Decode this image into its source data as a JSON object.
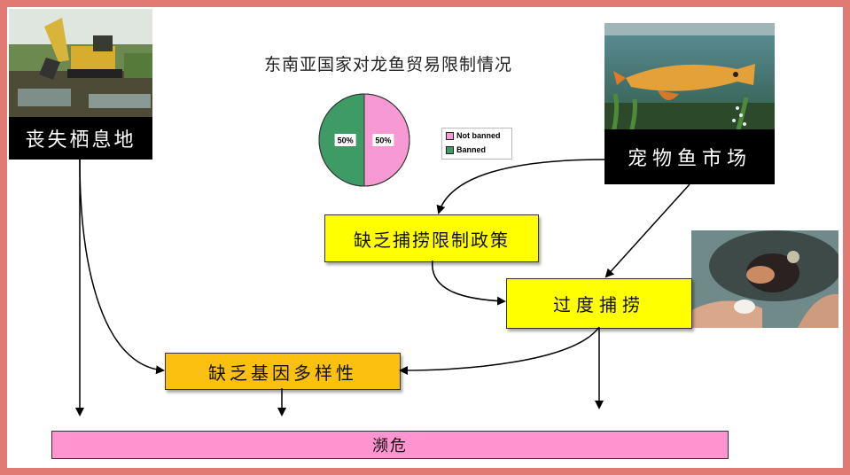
{
  "chart_data": {
    "type": "pie",
    "title": "东南亚国家对龙鱼贸易限制情况",
    "categories": [
      "Not banned",
      "Banned"
    ],
    "values": [
      50,
      50
    ],
    "labels": [
      "50%",
      "50%"
    ],
    "colors": [
      "#f79ad4",
      "#3f9b66"
    ],
    "legend_position": "right"
  },
  "nodes": {
    "habitat_loss": "丧失栖息地",
    "pet_market": "宠物鱼市场",
    "no_policy": "缺乏捕捞限制政策",
    "overfishing": "过度捕捞",
    "low_diversity": "缺乏基因多样性",
    "endangered": "濒危"
  },
  "photos": {
    "excavator": "excavator-photo",
    "aquarium": "arowana-aquarium-photo",
    "fish_mouth": "arowana-mouth-photo"
  }
}
